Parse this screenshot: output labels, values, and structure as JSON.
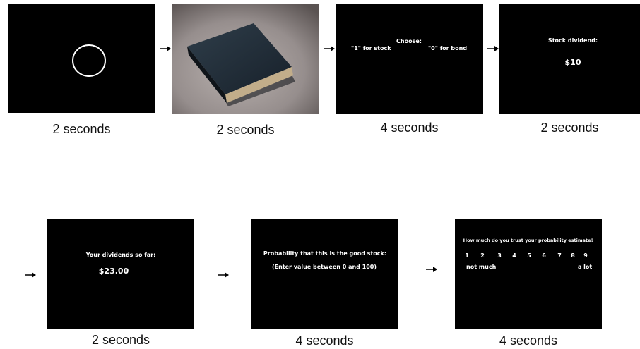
{
  "panels": [
    {
      "caption": "2 seconds"
    },
    {
      "caption": "2 seconds"
    },
    {
      "caption": "4 seconds",
      "choose": "Choose:",
      "opt1": "\"1\" for stock",
      "opt2": "\"0\" for bond"
    },
    {
      "caption": "2 seconds",
      "title": "Stock dividend:",
      "amount": "$10"
    },
    {
      "caption": "2 seconds",
      "title": "Your dividends so far:",
      "amount": "$23.00"
    },
    {
      "caption": "4 seconds",
      "line1": "Probability that this is the good stock:",
      "line2": "(Enter value between 0 and 100)"
    },
    {
      "caption": "4 seconds",
      "question": "How much do you trust your probability estimate?",
      "scale": [
        "1",
        "2",
        "3",
        "4",
        "5",
        "6",
        "7",
        "8",
        "9"
      ],
      "low": "not much",
      "high": "a lot"
    }
  ],
  "colors": {
    "screen": "#000000",
    "text": "#ffffff",
    "caption": "#111111"
  }
}
